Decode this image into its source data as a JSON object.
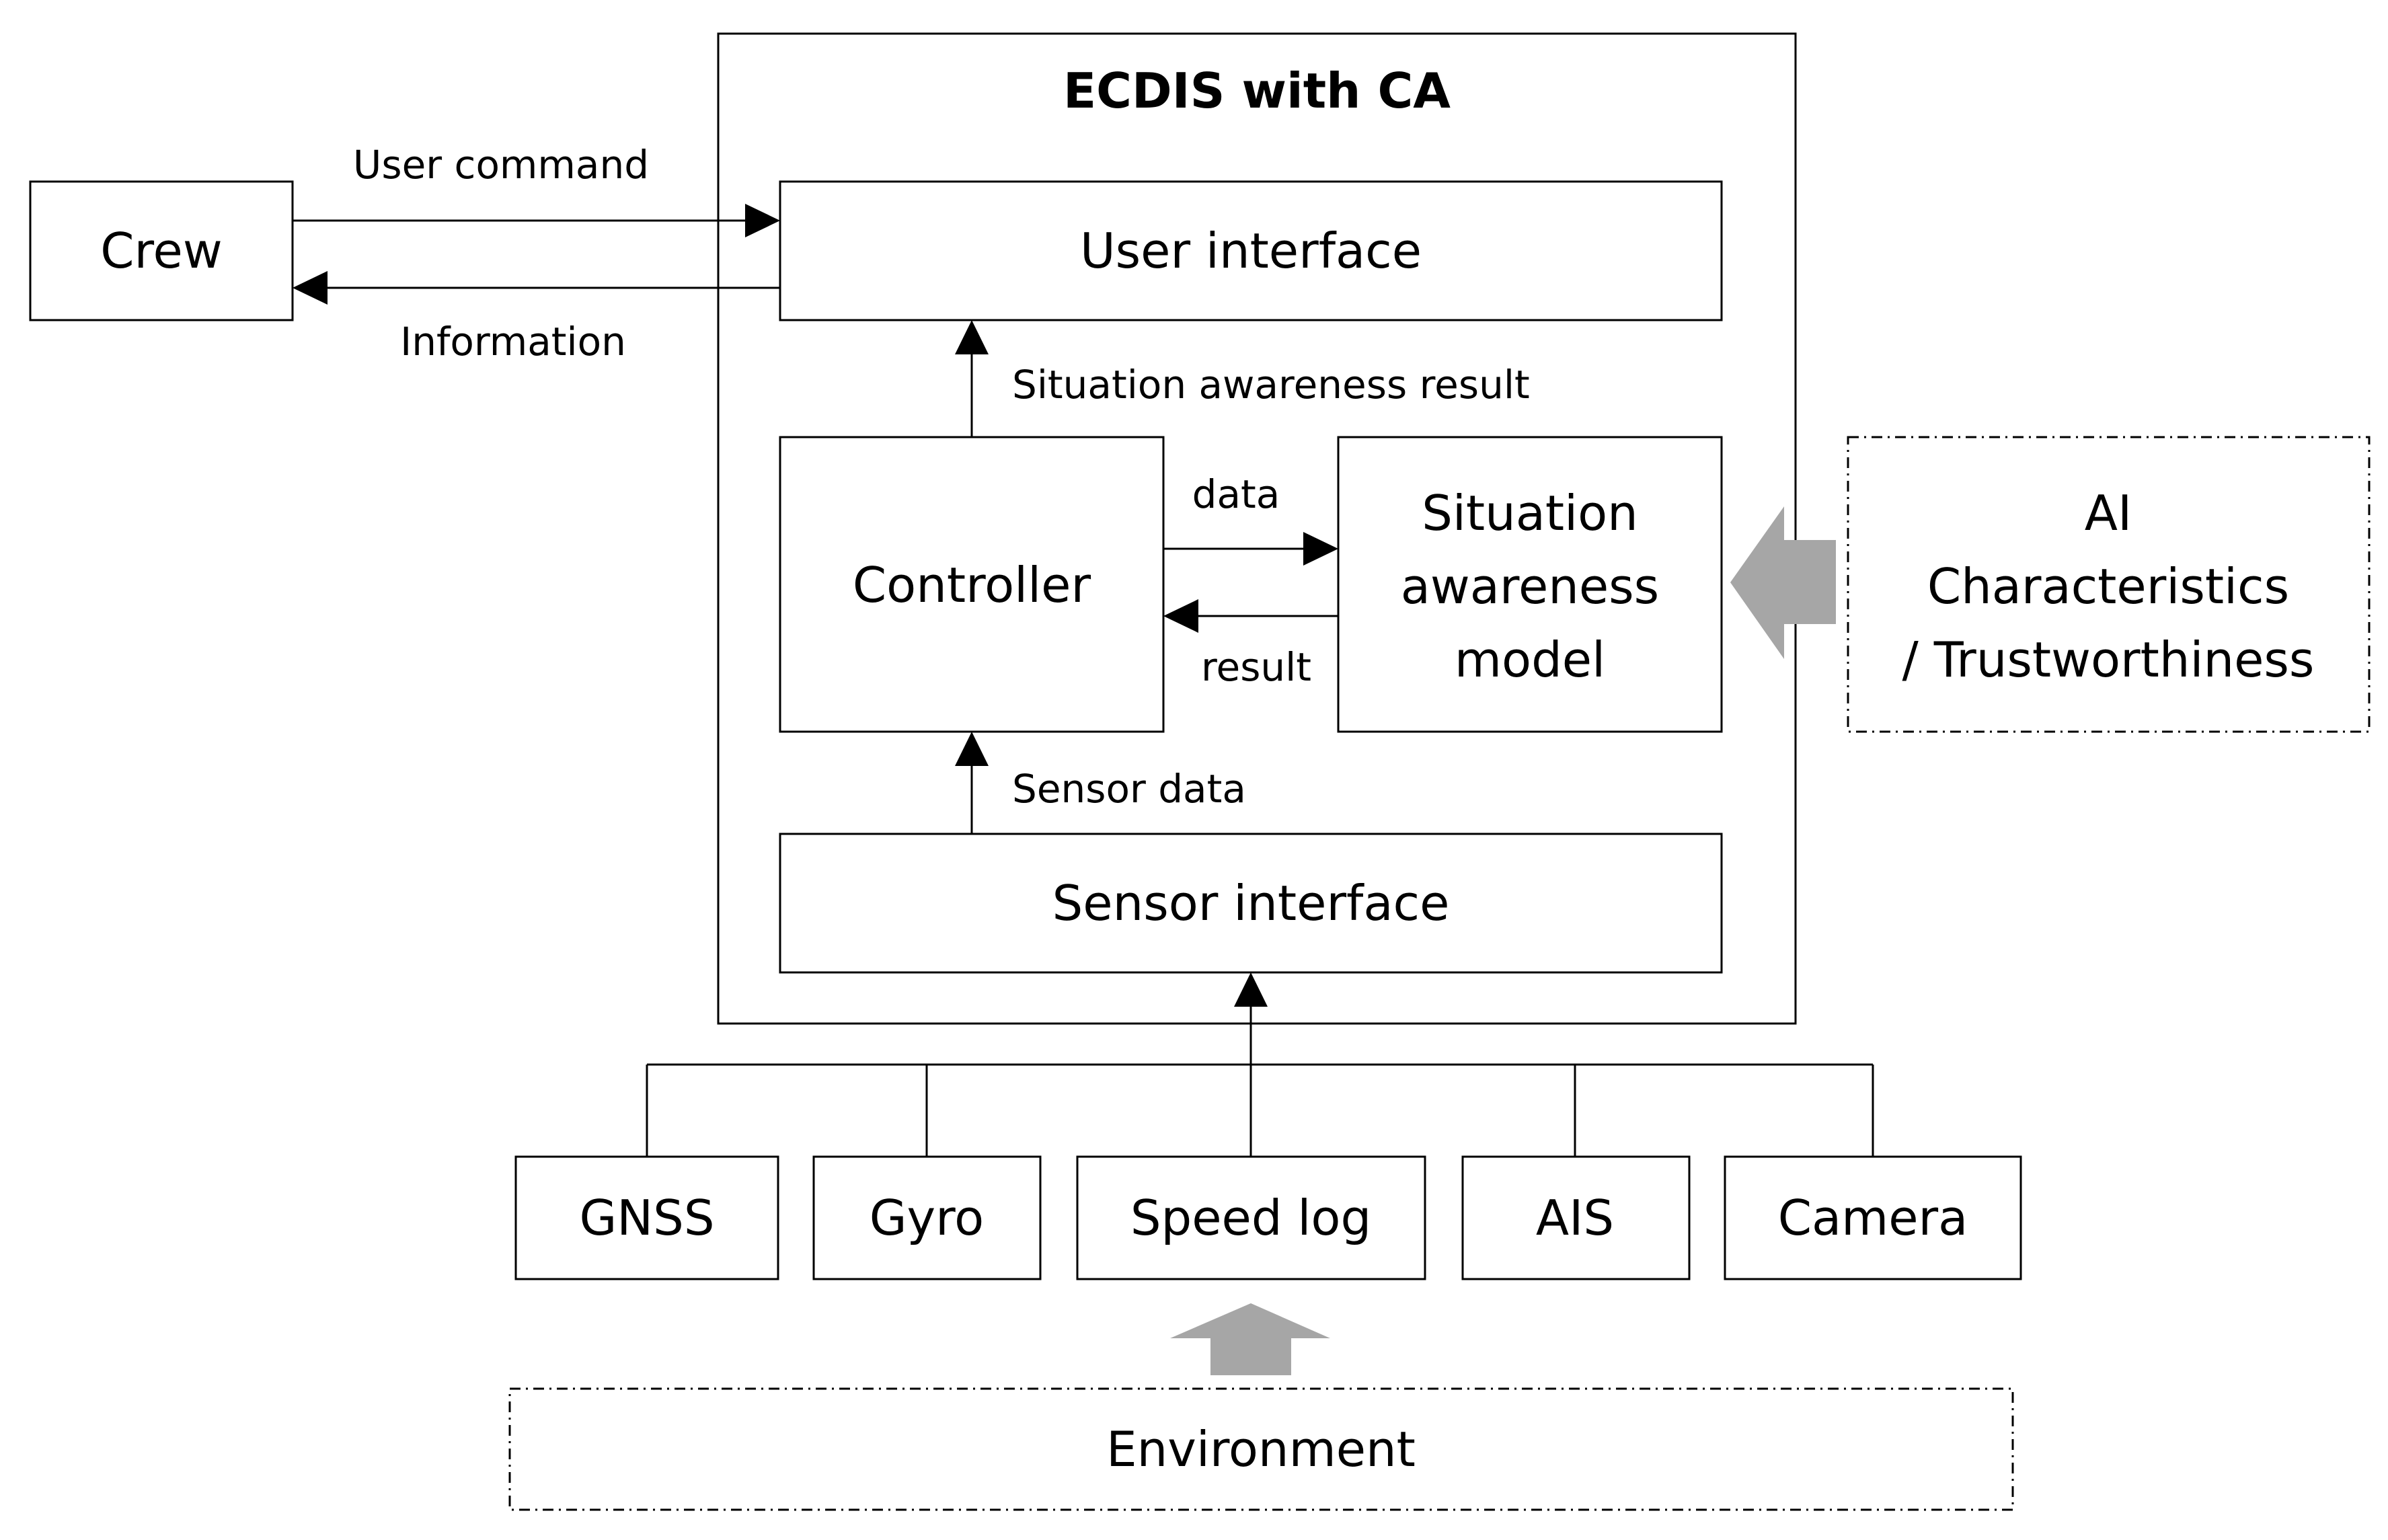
{
  "system": {
    "title": "ECDIS with CA"
  },
  "crew": {
    "label": "Crew"
  },
  "user_interface": {
    "label": "User interface"
  },
  "controller": {
    "label": "Controller"
  },
  "sa_model": {
    "lines": [
      "Situation",
      "awareness",
      "model"
    ]
  },
  "sensor_interface": {
    "label": "Sensor interface"
  },
  "ai": {
    "lines": [
      "AI",
      "Characteristics",
      "/ Trustworthiness"
    ]
  },
  "environment": {
    "label": "Environment"
  },
  "sensors": [
    "GNSS",
    "Gyro",
    "Speed log",
    "AIS",
    "Camera"
  ],
  "arrows": {
    "user_command": "User command",
    "information": "Information",
    "sa_result": "Situation awareness result",
    "data": "data",
    "result": "result",
    "sensor_data": "Sensor data"
  }
}
